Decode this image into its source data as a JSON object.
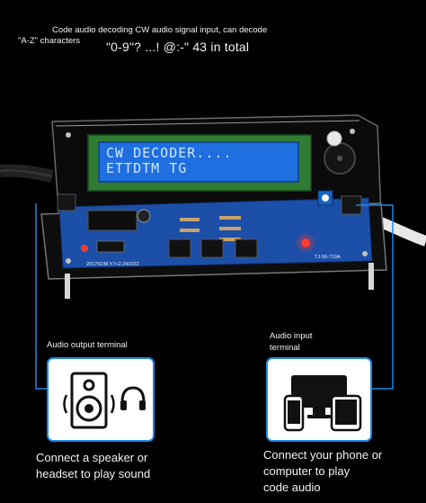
{
  "header": {
    "line1": "Code audio decoding CW audio signal input, can decode",
    "line2": "\"A-Z\" characters",
    "line3": "\"0-9\"? ...! @:-\" 43 in total"
  },
  "lcd": {
    "row1": "CW DECODER....",
    "row2": "ETTDTM TG"
  },
  "pcb_label_left": "20176OM.Y7+2.241022",
  "pcb_label_right": "TJ-56-719A",
  "left_terminal": {
    "label": "Audio output terminal",
    "description_line1": "Connect a speaker or",
    "description_line2": "headset to play sound"
  },
  "right_terminal": {
    "label_line1": "Audio input",
    "label_line2": "terminal",
    "description_line1": "Connect your phone or",
    "description_line2": "computer to play",
    "description_line3": "code audio"
  },
  "colors": {
    "accent": "#1e88e5",
    "pcb": "#1c4fa8",
    "lcd_bg": "#1f6fe0"
  },
  "icons": [
    "speaker-icon",
    "headphones-icon",
    "phone-icon",
    "monitor-icon",
    "tablet-icon"
  ]
}
